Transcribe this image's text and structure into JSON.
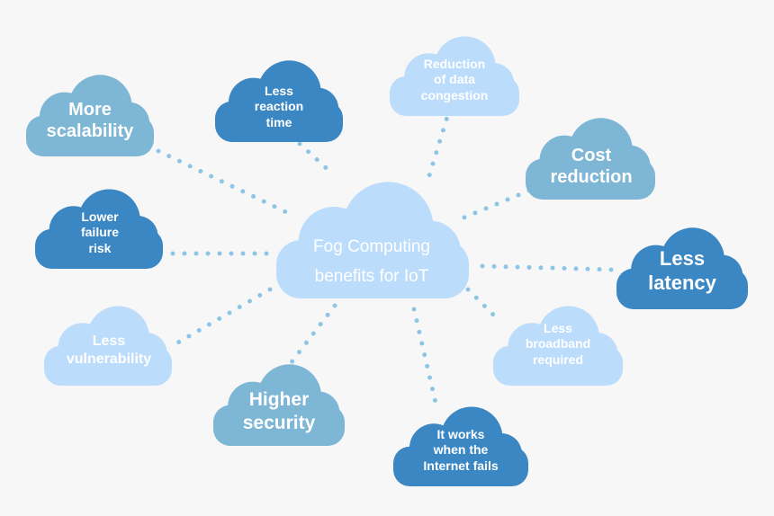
{
  "colors": {
    "background": "#f7f7f7",
    "light_blue": "#bcdcfb",
    "medium_blue": "#7eb6d6",
    "dark_blue": "#3b87c4",
    "connector": "#8ec5e6",
    "text": "#ffffff"
  },
  "center": {
    "line1": "Fog Computing",
    "line2": "benefits for IoT",
    "tone": "light_blue"
  },
  "benefits": [
    {
      "id": "more-scalability",
      "label": "More\nscalability",
      "tone": "medium_blue"
    },
    {
      "id": "less-reaction-time",
      "label": "Less\nreaction\ntime",
      "tone": "dark_blue"
    },
    {
      "id": "reduction-of-data-congestion",
      "label": "Reduction\nof data\ncongestion",
      "tone": "light_blue"
    },
    {
      "id": "cost-reduction",
      "label": "Cost\nreduction",
      "tone": "medium_blue"
    },
    {
      "id": "lower-failure-risk",
      "label": "Lower\nfailure\nrisk",
      "tone": "dark_blue"
    },
    {
      "id": "less-latency",
      "label": "Less\nlatency",
      "tone": "dark_blue"
    },
    {
      "id": "less-vulnerability",
      "label": "Less\nvulnerability",
      "tone": "light_blue"
    },
    {
      "id": "less-broadband-required",
      "label": "Less\nbroadband\nrequired",
      "tone": "light_blue"
    },
    {
      "id": "higher-security",
      "label": "Higher\nsecurity",
      "tone": "medium_blue"
    },
    {
      "id": "it-works-when-the-internet-fails",
      "label": "It works\nwhen the\nInternet fails",
      "tone": "dark_blue"
    }
  ]
}
